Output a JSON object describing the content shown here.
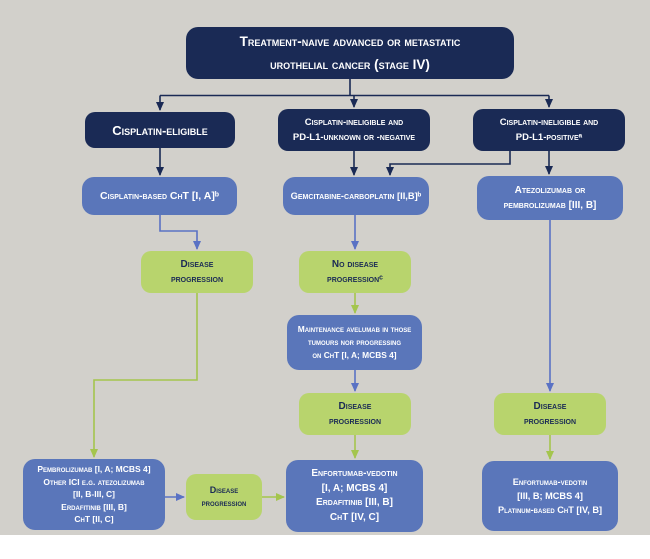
{
  "colors": {
    "background": "#d2d0cb",
    "navy_box": "#1a2a55",
    "blue_box": "#5a76ba",
    "green_box": "#b8d46d",
    "arrow_navy": "#1a2a55",
    "arrow_blue": "#5a72c4",
    "arrow_green": "#a4c54d",
    "text_on_dark": "#ffffff",
    "text_on_green": "#1a2a55"
  },
  "nodes": {
    "title": {
      "lines": [
        "Treatment-naive advanced or metastatic",
        "urothelial cancer (stage IV)"
      ]
    },
    "cisplatin_eligible": {
      "lines": [
        "Cisplatin-eligible"
      ]
    },
    "cisplatin_ineligible_pdl1_unknown_negative": {
      "lines": [
        "Cisplatin-ineligible and",
        "PD-L1-unknown or -negative"
      ]
    },
    "cisplatin_ineligible_pdl1_positive": {
      "lines": [
        "Cisplatin-ineligible and",
        "PD-L1-positiveᵃ"
      ]
    },
    "cisplatin_based_cht": {
      "lines": [
        "Cisplatin-based ChT [I, A]ᵇ"
      ]
    },
    "gemcitabine_carboplatin": {
      "lines": [
        "Gemcitabine-carboplatin [II,B]ᵇ"
      ]
    },
    "atezolizumab_pembrolizumab": {
      "lines": [
        "Atezolizumab or",
        "pembrolizumab [III, B]"
      ]
    },
    "disease_progression_left": {
      "lines": [
        "Disease",
        "progression"
      ]
    },
    "no_disease_progression": {
      "lines": [
        "No disease",
        "progressionᶜ"
      ]
    },
    "maintenance_avelumab": {
      "lines": [
        "Maintenance avelumab in those",
        "tumours nor progressing",
        "on ChT [I, A; MCBS 4]"
      ]
    },
    "disease_progression_mid": {
      "lines": [
        "Disease",
        "progression"
      ]
    },
    "disease_progression_right": {
      "lines": [
        "Disease",
        "progression"
      ]
    },
    "second_line_ici": {
      "lines": [
        "Pembrolizumab [I, A; MCBS 4]",
        "Other ICI e.g. atezolizumab",
        "[II, B-III, C]",
        "Erdafitinib [III, B]",
        "ChT [II, C]"
      ]
    },
    "disease_progression_bottom": {
      "lines": [
        "Disease",
        "progression"
      ]
    },
    "second_line_enfortumab_mid": {
      "lines": [
        "Enfortumab-vedotin",
        "[I, A; MCBS 4]",
        "Erdafitinib [III, B]",
        "ChT [IV, C]"
      ]
    },
    "second_line_enfortumab_right": {
      "lines": [
        "Enfortumab-vedotin",
        "[III, B; MCBS 4]",
        "Platinum-based ChT [IV, B]"
      ]
    }
  }
}
